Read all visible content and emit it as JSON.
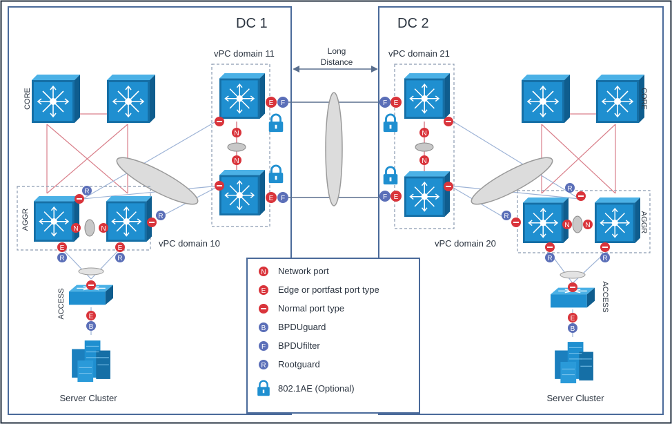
{
  "dc1": {
    "title": "DC 1"
  },
  "dc2": {
    "title": "DC 2"
  },
  "long_distance": {
    "line1": "Long",
    "line2": "Distance"
  },
  "vpc_labels": {
    "d11": "vPC domain 11",
    "d21": "vPC domain 21",
    "d10": "vPC domain 10",
    "d20": "vPC domain 20"
  },
  "tiers": {
    "core": "CORE",
    "aggr": "AGGR",
    "access": "ACCESS"
  },
  "server_cluster": "Server Cluster",
  "port_letters": {
    "network": "N",
    "edge": "E",
    "bpduguard": "B",
    "bpdufilter": "F",
    "rootguard": "R"
  },
  "legend": [
    {
      "letter": "N",
      "text": "Network port"
    },
    {
      "letter": "E",
      "text": "Edge or portfast port type"
    },
    {
      "letter": "",
      "text": "Normal port type"
    },
    {
      "letter": "B",
      "text": "BPDUguard"
    },
    {
      "letter": "F",
      "text": "BPDUfilter"
    },
    {
      "letter": "R",
      "text": "Rootguard"
    },
    {
      "letter": "",
      "text": "802.1AE (Optional)"
    }
  ],
  "colors": {
    "switch": "#1f8fd0",
    "switch_dark": "#156fa6",
    "port_red": "#d9343b",
    "port_blue": "#5b6fb8",
    "frame": "#4a6a9a",
    "link_red": "#d97f8a",
    "link_blue": "#9db3d6"
  }
}
